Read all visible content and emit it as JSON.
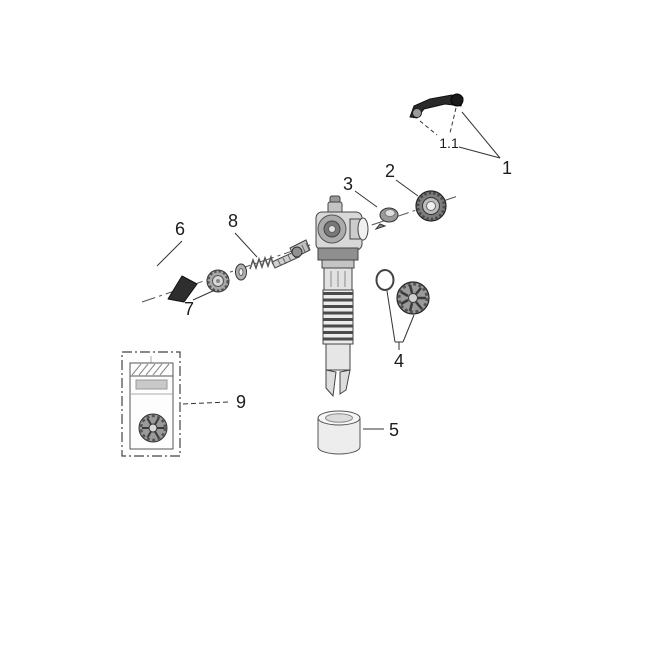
{
  "diagram": {
    "type": "exploded-parts-diagram",
    "colors": {
      "line": "#444444",
      "dark_part": "#2e2e2e",
      "mid_gray": "#9a9a9a",
      "light_gray": "#ececec",
      "background": "#ffffff"
    },
    "labels": {
      "part_1": "1",
      "part_1_1": "1.1",
      "part_2": "2",
      "part_3": "3",
      "part_4": "4",
      "part_5": "5",
      "part_6": "6",
      "part_7": "7",
      "part_8": "8",
      "part_9": "9"
    }
  }
}
